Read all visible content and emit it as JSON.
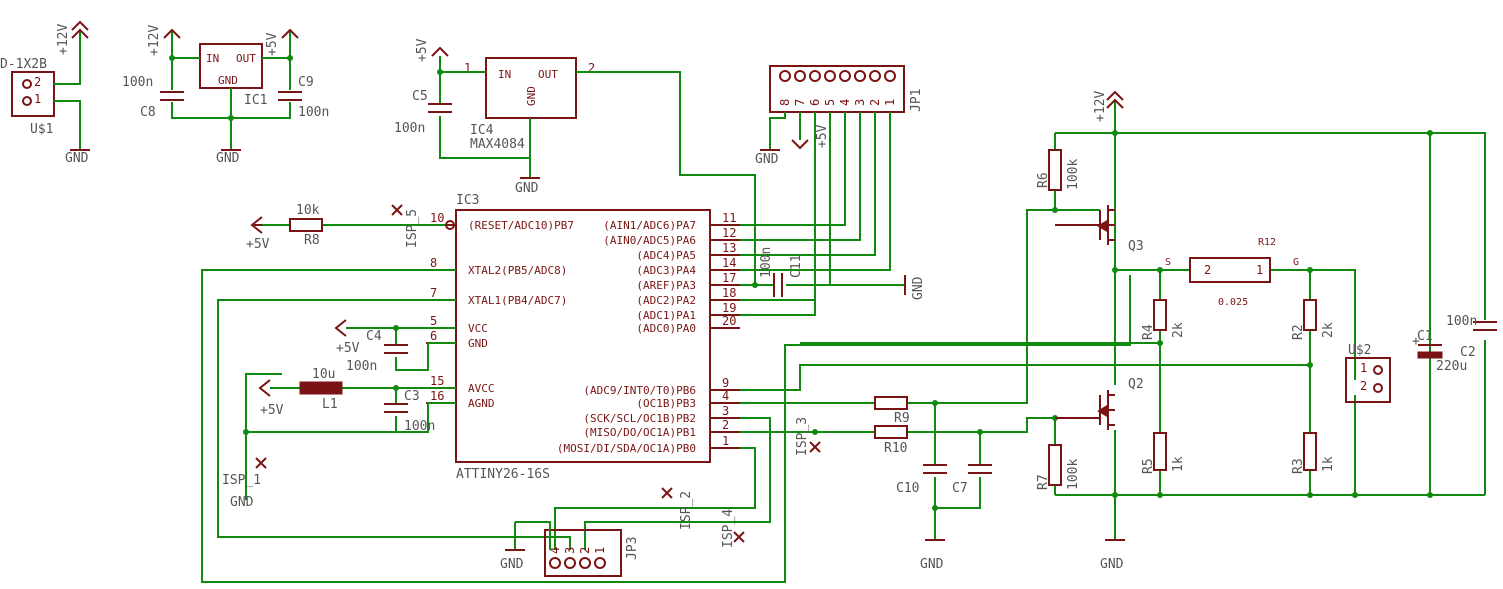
{
  "labels": {
    "v12": "+12V",
    "v5": "+5V",
    "gnd": "GND",
    "ic1": "IC1",
    "ic3": "IC3",
    "ic4": "IC4",
    "ic4_part": "MAX4084",
    "ic3_part": "ATTINY26-16S",
    "in": "IN",
    "out": "OUT",
    "us1": "U$1",
    "us1_part": "D-1X2B",
    "us2": "U$2",
    "c1": "C1",
    "c1_val": "220u",
    "c2": "C2",
    "c2_val": "100n",
    "c3": "C3",
    "c3_val": "100n",
    "c4": "C4",
    "c4_val": "100n",
    "c5": "C5",
    "c5_val": "100n",
    "c7": "C7",
    "c8": "C8",
    "c8_val": "100n",
    "c9": "C9",
    "c9_val": "100n",
    "c10": "C10",
    "c11": "C11",
    "c11_val": "100n",
    "r2": "R2",
    "r2_val": "2k",
    "r3": "R3",
    "r3_val": "1k",
    "r4": "R4",
    "r4_val": "2k",
    "r5": "R5",
    "r5_val": "1k",
    "r6": "R6",
    "r6_val": "100k",
    "r7": "R7",
    "r7_val": "100k",
    "r8": "R8",
    "r8_val": "10k",
    "r9": "R9",
    "r10": "R10",
    "r12": "R12",
    "r12_val": "0.025",
    "l1": "L1",
    "l1_val": "10u",
    "q2": "Q2",
    "q3": "Q3",
    "jp1": "JP1",
    "jp3": "JP3",
    "isp1": "ISP_1",
    "isp2": "ISP_2",
    "isp3": "ISP_3",
    "isp4": "ISP_4",
    "isp5": "ISP_5",
    "s": "S",
    "g": "G"
  },
  "ic3_pins_left": [
    {
      "num": "10",
      "name": "(RESET/ADC10)PB7"
    },
    {
      "num": "8",
      "name": "XTAL2(PB5/ADC8)"
    },
    {
      "num": "7",
      "name": "XTAL1(PB4/ADC7)"
    },
    {
      "num": "5",
      "name": "VCC"
    },
    {
      "num": "6",
      "name": "GND"
    },
    {
      "num": "15",
      "name": "AVCC"
    },
    {
      "num": "16",
      "name": "AGND"
    }
  ],
  "ic3_pins_right": [
    {
      "num": "11",
      "name": "(AIN1/ADC6)PA7"
    },
    {
      "num": "12",
      "name": "(AIN0/ADC5)PA6"
    },
    {
      "num": "13",
      "name": "(ADC4)PA5"
    },
    {
      "num": "14",
      "name": "(ADC3)PA4"
    },
    {
      "num": "17",
      "name": "(AREF)PA3"
    },
    {
      "num": "18",
      "name": "(ADC2)PA2"
    },
    {
      "num": "19",
      "name": "(ADC1)PA1"
    },
    {
      "num": "20",
      "name": "(ADC0)PA0"
    },
    {
      "num": "9",
      "name": "(ADC9/INT0/T0)PB6"
    },
    {
      "num": "4",
      "name": "(OC1B)PB3"
    },
    {
      "num": "3",
      "name": "(SCK/SCL/OC1B)PB2"
    },
    {
      "num": "2",
      "name": "(MISO/DO/OC1A)PB1"
    },
    {
      "num": "1",
      "name": "(MOSI/DI/SDA/OC1A)PB0"
    }
  ],
  "jp1_pins": [
    "8",
    "7",
    "6",
    "5",
    "4",
    "3",
    "2",
    "1"
  ],
  "jp3_pins": [
    "4",
    "3",
    "2",
    "1"
  ],
  "pin_numbers": {
    "one": "1",
    "two": "2"
  },
  "colors": {
    "wire": "#0f8a0f",
    "symbol": "#7a1414",
    "text": "#555555",
    "background": "#ffffff"
  }
}
